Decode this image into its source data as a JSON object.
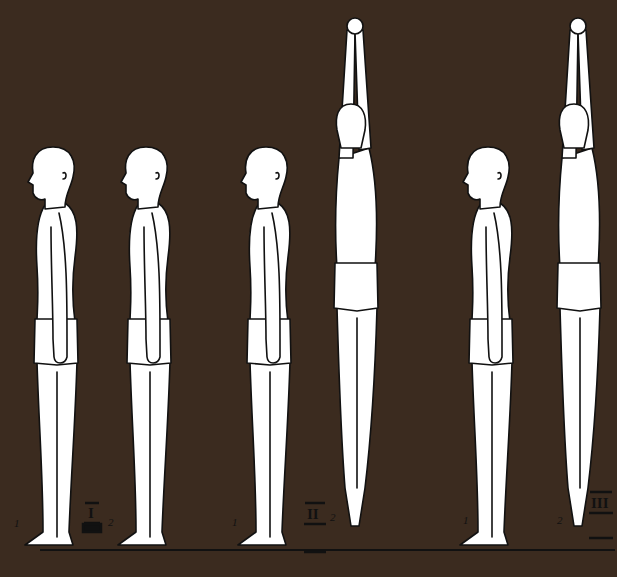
{
  "diagram": {
    "labels": [
      "1",
      "I",
      "2",
      "1",
      "II",
      "2",
      "1",
      "2",
      "III"
    ]
  }
}
